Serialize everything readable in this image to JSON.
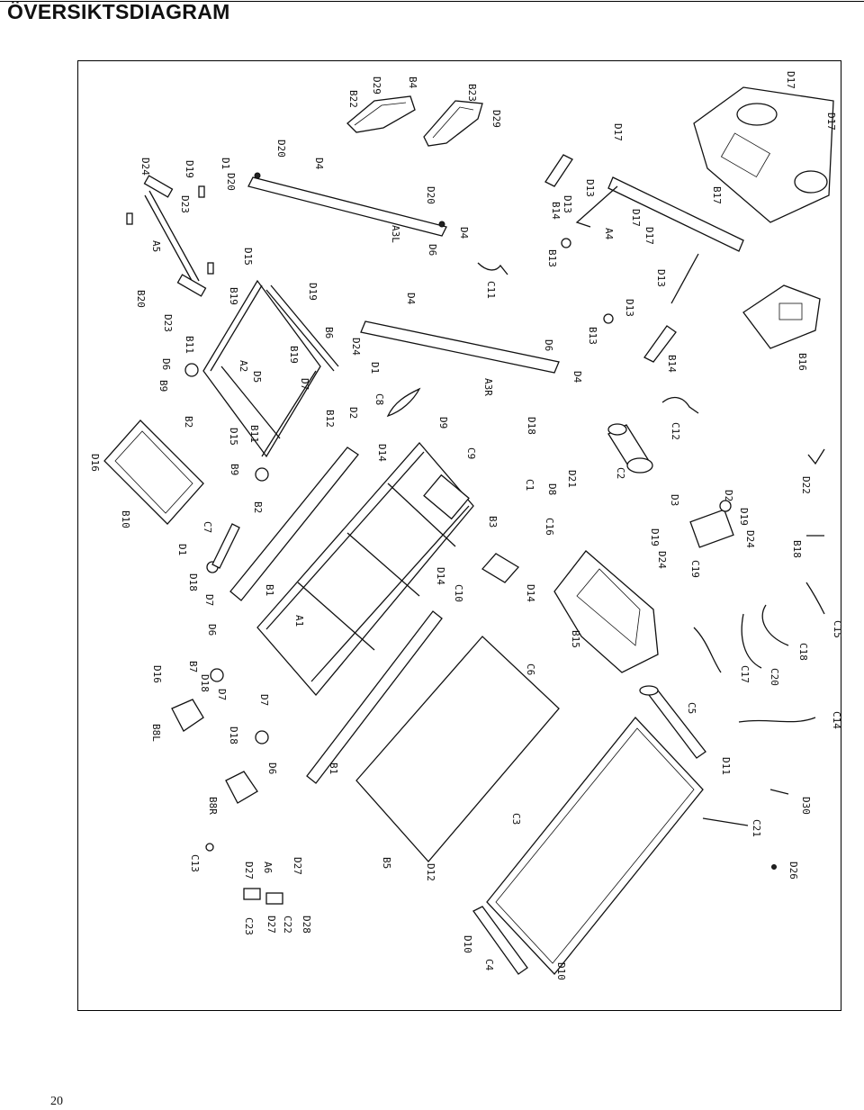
{
  "page": {
    "title": "ÖVERSIKTSDIAGRAM",
    "page_number": "20"
  },
  "labels": [
    "B22",
    "D29",
    "B4",
    "B23",
    "D29",
    "D24",
    "D19",
    "D23",
    "A5",
    "B20",
    "D23",
    "D1",
    "D20",
    "D20",
    "D4",
    "D15",
    "B19",
    "D19",
    "A3L",
    "D20",
    "D4",
    "D6",
    "D4",
    "C11",
    "B11",
    "D6",
    "B9",
    "B2",
    "A2",
    "D5",
    "B6",
    "B19",
    "D24",
    "D7",
    "D1",
    "B12",
    "D2",
    "D15",
    "B11",
    "B9",
    "B2",
    "B10",
    "D16",
    "C7",
    "D1",
    "D18",
    "D7",
    "C8",
    "D14",
    "A3R",
    "D9",
    "D6",
    "D4",
    "D18",
    "C9",
    "D21",
    "C1",
    "D8",
    "B3",
    "C16",
    "C10",
    "D14",
    "A1",
    "B1",
    "D14",
    "B1",
    "D6",
    "B7",
    "D18",
    "D7",
    "D16",
    "B8L",
    "D7",
    "D18",
    "D6",
    "B8R",
    "C13",
    "D27",
    "A6",
    "D27",
    "C23",
    "D27",
    "C22",
    "D28",
    "B5",
    "D12",
    "C6",
    "B15",
    "C3",
    "D10",
    "C4",
    "D10",
    "C5",
    "D11",
    "C2",
    "D17",
    "D13",
    "B14",
    "D13",
    "A4",
    "D17",
    "D17",
    "B13",
    "D13",
    "D13",
    "B13",
    "B14",
    "C12",
    "B17",
    "D17",
    "D17",
    "B16",
    "D3",
    "D2",
    "D19",
    "D19",
    "D24",
    "D24",
    "C19",
    "D22",
    "B18",
    "C15",
    "C18",
    "C17",
    "C20",
    "C14",
    "D30",
    "C21",
    "D26"
  ]
}
